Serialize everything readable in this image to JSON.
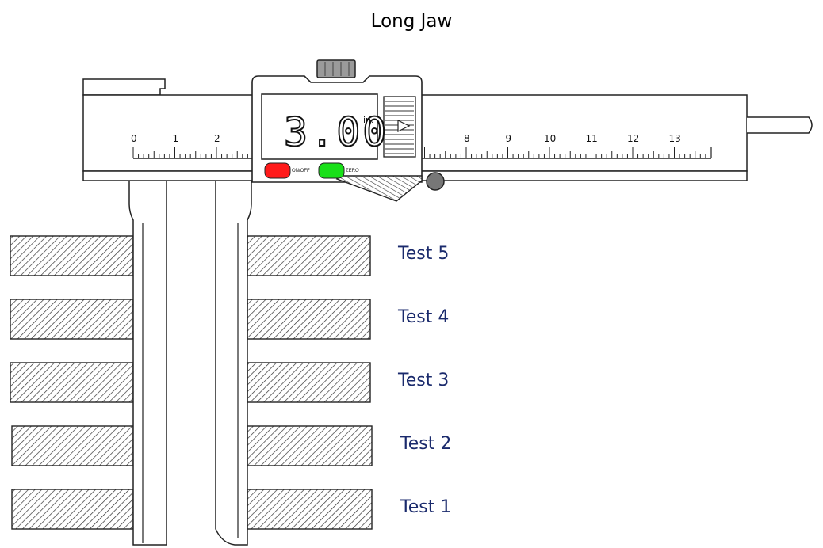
{
  "title": "Long Jaw",
  "colors": {
    "label_text": "#1a2a6c",
    "onoff_button": "#ff1a1a",
    "zero_button": "#19e019",
    "outline": "#222222"
  },
  "caliper": {
    "display": {
      "value": "3.00",
      "unit": "in."
    },
    "buttons": {
      "onoff": "ON/OFF",
      "zero": "ZERO"
    },
    "scale_left": [
      "0",
      "1",
      "2"
    ],
    "scale_right": [
      "8",
      "9",
      "10",
      "11",
      "12",
      "13"
    ],
    "jaw_gap_in": 3.0
  },
  "tests": [
    {
      "label": "Test 5"
    },
    {
      "label": "Test 4"
    },
    {
      "label": "Test 3"
    },
    {
      "label": "Test 2"
    },
    {
      "label": "Test 1"
    }
  ]
}
